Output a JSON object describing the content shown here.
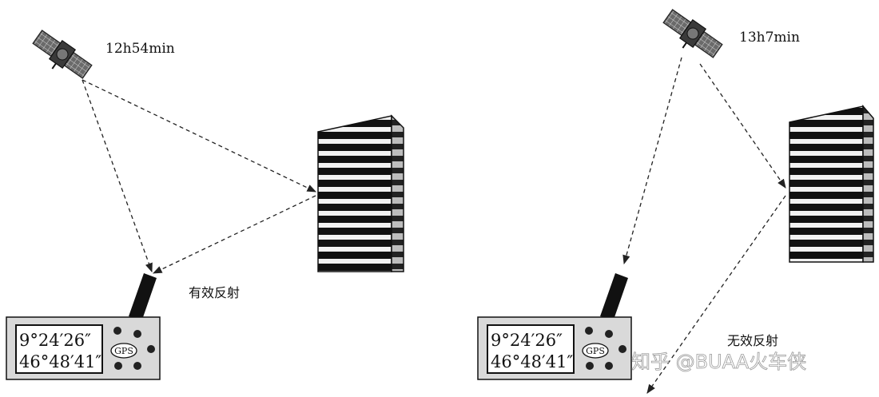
{
  "left_scene": {
    "satellite_time": "12h54min",
    "reflection_label": "有效反射",
    "receiver": {
      "coord_line1": "9°24′26″",
      "coord_line2": "46°48′41″",
      "badge": "GPS"
    }
  },
  "right_scene": {
    "satellite_time": "13h7min",
    "reflection_label": "无效反射",
    "receiver": {
      "coord_line1": "9°24′26″",
      "coord_line2": "46°48′41″",
      "badge": "GPS"
    }
  },
  "watermark": "知乎 @BUAA火车侠",
  "colors": {
    "line": "#222222",
    "building_stripe": "#111111",
    "background": "#ffffff"
  }
}
